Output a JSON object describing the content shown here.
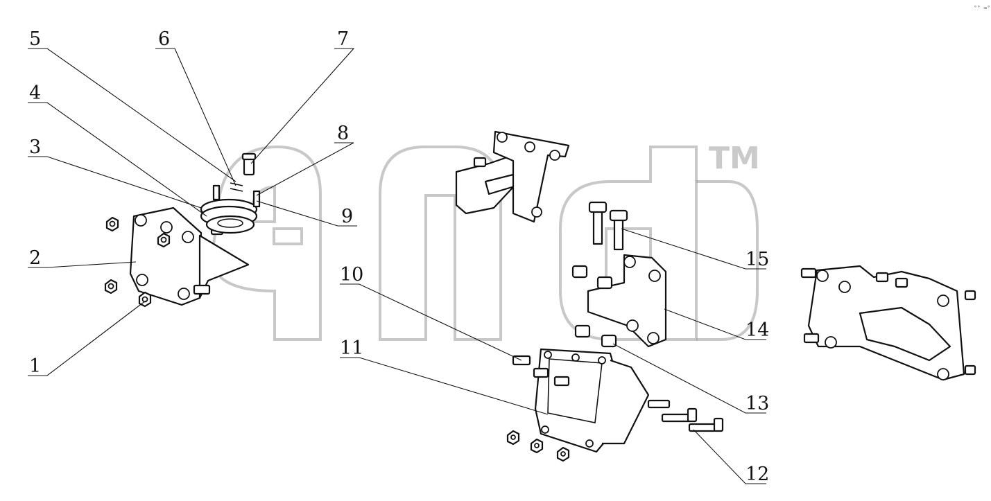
{
  "watermark": {
    "trademark": "TM"
  },
  "corner_mark": "°° ∞°",
  "callouts": [
    {
      "id": "1",
      "label": "1"
    },
    {
      "id": "2",
      "label": "2"
    },
    {
      "id": "3",
      "label": "3"
    },
    {
      "id": "4",
      "label": "4"
    },
    {
      "id": "5",
      "label": "5"
    },
    {
      "id": "6",
      "label": "6"
    },
    {
      "id": "7",
      "label": "7"
    },
    {
      "id": "8",
      "label": "8"
    },
    {
      "id": "9",
      "label": "9"
    },
    {
      "id": "10",
      "label": "10"
    },
    {
      "id": "11",
      "label": "11"
    },
    {
      "id": "12",
      "label": "12"
    },
    {
      "id": "13",
      "label": "13"
    },
    {
      "id": "14",
      "label": "14"
    },
    {
      "id": "15",
      "label": "15"
    }
  ]
}
